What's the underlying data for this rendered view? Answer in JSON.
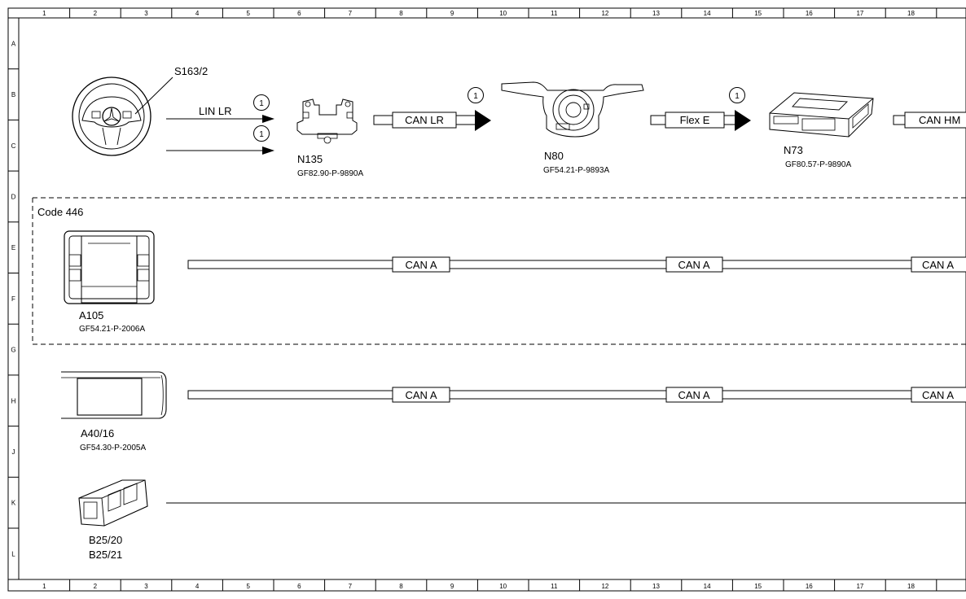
{
  "grid": {
    "columns": [
      "1",
      "2",
      "3",
      "4",
      "5",
      "6",
      "7",
      "8",
      "9",
      "10",
      "11",
      "12",
      "13",
      "14",
      "15",
      "16",
      "17",
      "18"
    ],
    "rows": [
      "A",
      "B",
      "C",
      "D",
      "E",
      "F",
      "G",
      "H",
      "J",
      "K",
      "L"
    ]
  },
  "components": {
    "steering_wheel": {
      "label": "S163/2"
    },
    "n135": {
      "label": "N135",
      "ref": "GF82.90-P-9890A"
    },
    "n80": {
      "label": "N80",
      "ref": "GF54.21-P-9893A"
    },
    "n73": {
      "label": "N73",
      "ref": "GF80.57-P-9890A"
    },
    "a105": {
      "label": "A105",
      "ref": "GF54.21-P-2006A"
    },
    "a40_16": {
      "label": "A40/16",
      "ref": "GF54.30-P-2005A"
    },
    "b25": {
      "label1": "B25/20",
      "label2": "B25/21"
    }
  },
  "buses": {
    "lin_lr": "LIN LR",
    "can_lr": "CAN LR",
    "flex_e": "Flex E",
    "can_hm": "CAN HM",
    "can_a": "CAN A"
  },
  "markers": {
    "note_1": "1"
  },
  "code_box": {
    "label": "Code 446"
  }
}
